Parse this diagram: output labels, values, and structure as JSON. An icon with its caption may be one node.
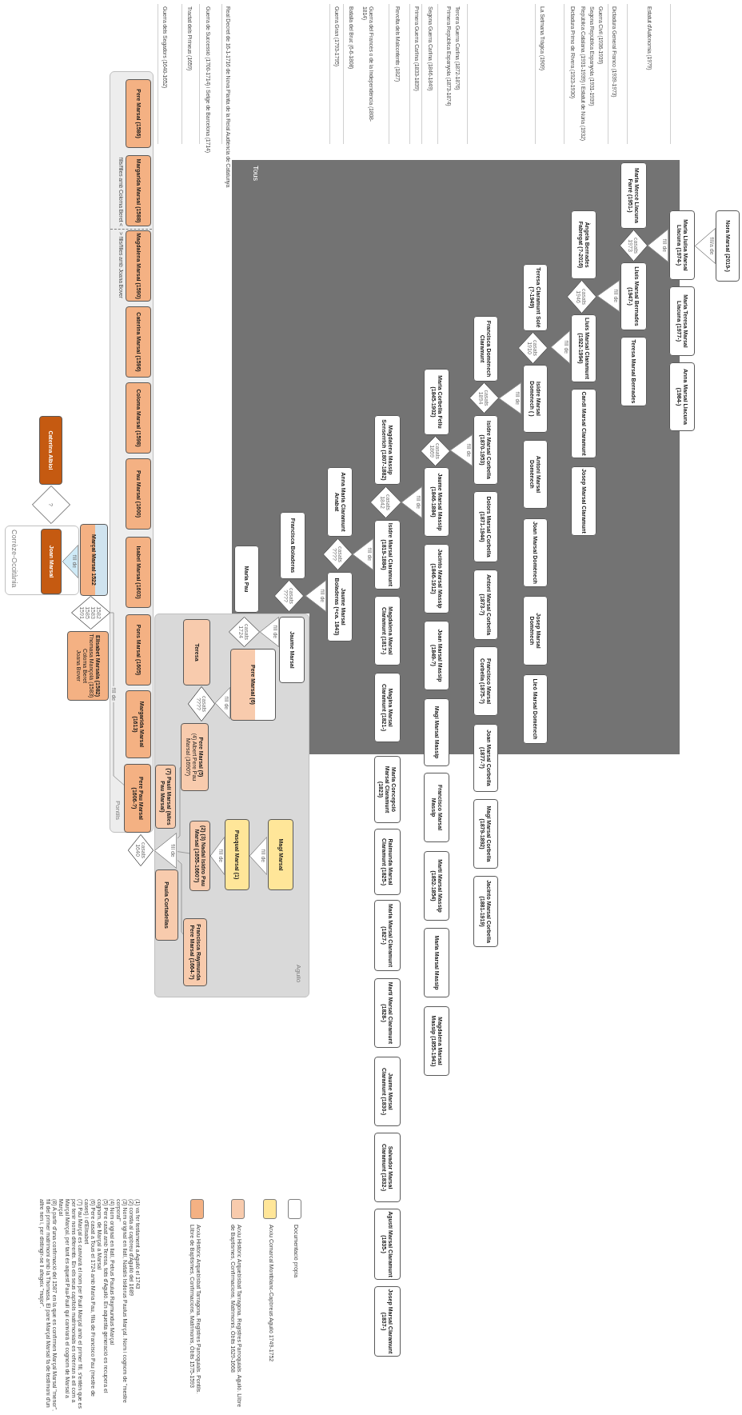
{
  "diagram": {
    "nodes": [
      {
        "text": [
          "Tous"
        ]
      },
      {
        "text": [
          "Aguiló"
        ]
      },
      {
        "text": [
          "Pontils"
        ]
      },
      {
        "text": [
          "Corrèze-Occitània"
        ]
      },
      {
        "text": [
          "Nora Marsal (2019-)"
        ]
      },
      {
        "text": [
          "fill/a de"
        ]
      },
      {
        "text": [
          "Maria Lluïsa Marsal Llacuna (1974-)"
        ]
      },
      {
        "text": [
          "Maria Teresa Marsal Llacuna (1977-)"
        ]
      },
      {
        "text": [
          "Anna Marsal Llacuna (1984-)"
        ]
      },
      {
        "text": [
          "fill de"
        ],
        "in": 0
      },
      {
        "text": [
          "casats 1973"
        ],
        "in": 0
      },
      {
        "text": [
          "Maria Mercè Llacuna Farré (1951-)"
        ],
        "in": 0
      },
      {
        "text": [
          "Lluís Marsal Bernades (1947-)"
        ],
        "in": 0
      },
      {
        "text": [
          "Teresa Marsal Bernades"
        ],
        "in": 0
      },
      {
        "text": [
          "fill de"
        ],
        "in": 0
      },
      {
        "text": [
          "casats 1946"
        ],
        "in": 0
      },
      {
        "text": [
          "Àngela Bernades Fabregat (?-2016)"
        ],
        "in": 0
      },
      {
        "text": [
          "Lluís Marsal Claramunt (1922-1994)"
        ],
        "in": 0
      },
      {
        "text": [
          "Candi Marsal Claramunt"
        ],
        "in": 0
      },
      {
        "text": [
          "Josep Marsal Claramunt"
        ],
        "in": 0
      },
      {
        "text": [
          "fill de"
        ],
        "in": 0
      },
      {
        "text": [
          "casats 1910"
        ],
        "in": 0
      },
      {
        "text": [
          "Teresa Claramunt Solé (?-1949)"
        ],
        "in": 0
      },
      {
        "text": [
          "Isidre Marsal Domènech ( )"
        ],
        "in": 0
      },
      {
        "text": [
          "Antoni Marsal Domènech"
        ],
        "in": 0
      },
      {
        "text": [
          "Joan Marsal Domènech"
        ],
        "in": 0
      },
      {
        "text": [
          "Josep Marsal Domènech"
        ],
        "in": 0
      },
      {
        "text": [
          "Lleó Marsal Domènech"
        ],
        "in": 0
      },
      {
        "text": [
          "fill de"
        ],
        "in": 0
      },
      {
        "text": [
          "casats 1894"
        ],
        "in": 0
      },
      {
        "text": [
          "Francisca Domènech Claramunt"
        ],
        "in": 0
      },
      {
        "text": [
          "Isidre Marsal Corbella (1870-1953)"
        ],
        "in": 0
      },
      {
        "text": [
          "Dolors Marsal Corbella (1871-1944)"
        ],
        "in": 0
      },
      {
        "text": [
          "Antoni Marsal Corbella (1873-?)"
        ],
        "in": 0
      },
      {
        "text": [
          "Francisco Marsal Corbella (1875-?)"
        ],
        "in": 0
      },
      {
        "text": [
          "Joan Marsal Corbella (1877-?)"
        ]
      },
      {
        "text": [
          "Magí Marsal Corbella (1879-1892)"
        ]
      },
      {
        "text": [
          "Jacinto Marsal Corbella (1881-1919)"
        ]
      },
      {
        "text": [
          "fill de"
        ],
        "in": 0
      },
      {
        "text": [
          "casats 1869"
        ],
        "in": 0
      },
      {
        "text": [
          "Maria Corbella Feliu (1845-1902)"
        ],
        "in": 0
      },
      {
        "text": [
          "Jaume Marsal Massip (1846-1884)"
        ],
        "in": 0
      },
      {
        "text": [
          "Jacinto Marsal Massip (1846-1912)"
        ],
        "in": 0
      },
      {
        "text": [
          "Joan Marsal Massip (1849-?)"
        ],
        "in": 0
      },
      {
        "text": [
          "Magí Marsal Massip"
        ]
      },
      {
        "text": [
          "Francisco Marsal Massip"
        ]
      },
      {
        "text": [
          "Martí Marsal Massip (1852-1854)"
        ]
      },
      {
        "text": [
          "Maria Marsal Massip"
        ]
      },
      {
        "text": [
          "Magdalena Marsal Massip (1855-1941)"
        ]
      },
      {
        "text": [
          "fill de"
        ],
        "in": 0
      },
      {
        "text": [
          "casats 1842"
        ],
        "in": 0
      },
      {
        "text": [
          "Magdalena Massip Senserrich (1807-1882)"
        ],
        "in": 0
      },
      {
        "text": [
          "Isidre Marsal Claramunt (1819-1884)"
        ],
        "in": 0
      },
      {
        "text": [
          "Magdalena Marsal Claramunt (1817-)"
        ],
        "in": 0
      },
      {
        "text": [
          "Magina Marsal Claramunt (1821-)"
        ],
        "in": 0
      },
      {
        "text": [
          "Maria Concepció Marsal Claramunt (1823)"
        ]
      },
      {
        "text": [
          "Raimunda Marsal Claramunt (1825-)"
        ]
      },
      {
        "text": [
          "Maria Marsal Claramunt (1827-)"
        ]
      },
      {
        "text": [
          "Martí Marsal Claramunt (1828-)"
        ]
      },
      {
        "text": [
          "Jaume Marsal Claramunt (1830-)"
        ]
      },
      {
        "text": [
          "Salvador Marsal Claramunt (1832-)"
        ]
      },
      {
        "text": [
          "Agustí Marsal Claramunt (1835-)"
        ]
      },
      {
        "text": [
          "Josep Marsal Claramunt (1837-)"
        ]
      },
      {
        "text": [
          "fill de"
        ],
        "in": 0
      },
      {
        "text": [
          "casats ????"
        ],
        "in": 0
      },
      {
        "text": [
          "Anna Maria Claramunt Anabat"
        ],
        "in": 0
      },
      {
        "text": [
          "Jaume Marsal Boladeras (+ca. 1843)"
        ],
        "in": 0
      },
      {
        "text": [
          "fill de"
        ],
        "in": 0
      },
      {
        "text": [
          "casats ????"
        ],
        "in": 0
      },
      {
        "text": [
          "Francisca Boladeras"
        ],
        "in": 0
      },
      {
        "text": [
          "Jaume Marsal"
        ],
        "in": 1
      },
      {
        "text": [
          "fill de"
        ],
        "in": 1
      },
      {
        "text": [
          "casats 1724"
        ],
        "in": 1
      },
      {
        "text": [
          "Maria Pau"
        ],
        "in": 0
      },
      {
        "text": [
          "Pere Marsal (6)"
        ],
        "in": 1
      },
      {
        "text": [
          "fill de"
        ],
        "in": 1
      },
      {
        "text": [
          "casats ????"
        ],
        "in": 1
      },
      {
        "text": [
          "Teresa"
        ],
        "in": 1
      },
      {
        "text": [
          "Pere Marsal (5)",
          "(4) Albert Pere Pau Marsal (1690?)"
        ],
        "in": 1
      },
      {
        "text": [
          "Magí Marsal"
        ],
        "in": 1
      },
      {
        "text": [
          "fill de"
        ],
        "in": 1
      },
      {
        "text": [
          "Pasqual Marsal (1)"
        ],
        "in": 1
      },
      {
        "text": [
          "fill de"
        ],
        "in": 1
      },
      {
        "text": [
          "(2) (3) Nadal Isidro Pau Marsal (1655-1660?)"
        ],
        "in": 1
      },
      {
        "text": [
          "Francisca Raymunda Pere Marsal (1664-?)"
        ],
        "in": 1
      },
      {
        "text": [
          "fill de"
        ],
        "in": 1
      },
      {
        "text": [
          "casats 1640"
        ]
      },
      {
        "text": [
          "Paula Cortadellas"
        ],
        "in": 1
      },
      {
        "text": [
          "(7) Paulí Marsal (àlies Pau Marsal)"
        ],
        "in": 1
      },
      {
        "text": [
          "Pere Marsal (1586)"
        ],
        "in": 2
      },
      {
        "text": [
          "Margarida Marsal (1588)"
        ],
        "in": 2
      },
      {
        "text": [
          "Magdalena Marsal (1590)"
        ],
        "in": 2
      },
      {
        "text": [
          "Caterina Marsal (1596)"
        ],
        "in": 2
      },
      {
        "text": [
          "Coloma Marsal (1598)"
        ],
        "in": 2
      },
      {
        "text": [
          "Pau Marsal (1600)"
        ],
        "in": 2
      },
      {
        "text": [
          "Isabel Marsal (1603)"
        ],
        "in": 2
      },
      {
        "text": [
          "Pons Marsal (1605)"
        ],
        "in": 2
      },
      {
        "text": [
          "Margarida Marsal (1613)"
        ],
        "in": 2
      },
      {
        "text": [
          "Pere Pau Marsal (1606-?)"
        ],
        "in": 2
      },
      {
        "text": [
          "Caterina Albiol"
        ]
      },
      {
        "text": [
          "?"
        ]
      },
      {
        "text": [
          "Joan Marsal"
        ],
        "in": 3
      },
      {
        "text": [
          "fill de"
        ],
        "in": 3
      },
      {
        "text": [
          "Marçal Marsal 1522"
        ]
      },
      {
        "text": [
          "1582 1583 1585 1591"
        ]
      },
      {
        "text": [
          "Elisabet Marsala (1582)",
          "Thomasa Mançolà (1583)",
          "Coloma Beret",
          "Joana Bover"
        ]
      }
    ],
    "edges": [
      {
        "from": 85,
        "to": 78,
        "arrow": "none"
      },
      {
        "from": 85,
        "to": 83,
        "arrow": "none"
      },
      {
        "from": 85,
        "to": 84,
        "arrow": "none"
      },
      {
        "from": 98,
        "to": 104,
        "arrow": "none",
        "label": "fill de"
      }
    ],
    "labels": [
      "Estatut d'Autonomia (1979)",
      "Dictadura General Franco (1939-1973)",
      "Guerra Civil (1936-1939)",
      "Segona República Espanyola (1931-1939)",
      "República Catalana (1931-1939) i Estatut de Núria (1932)",
      "Dictadura Primo de Rivera (1923-1930)",
      "La Setmana Tràgica (1909)",
      "Tercera Guerra Carlina (1872-1876)",
      "Primera República Espanyola (1873-1874)",
      "Segona Guerra Carlina (1846-1849)",
      "Primera Guerra Carlina (1833-1839)",
      "Revolta dels Malcontents (1827)",
      "Guerra del Francès o de la Independència (1808-1814)",
      "Batalla del Bruc (6-6-1808)",
      "Guerra Gran (1793-1795)",
      "Real Decret de 16-1-1716 de Nova Planta de la Reial Audiència de Catalunya",
      "Guerra de Successió (1700-1714) i Setge de Barcelona (1714)",
      "Tractat dels Pirineus (1659)",
      "Guerra dels Segadors (1640-1652)",
      "fills/filles amb Coloma Beret <",
      "> fills/filles amb Joana Bover",
      "(1) va fer testament a Aguiló el 1743",
      "(2) consta al capbreu d'Aguiló del 1689",
      "(3) Nom original en llatí, Natalis Isidorus Paulus Marçal. Nom i cognom de \"mestre corporal\"",
      "(4) Nom original en llatí, Petrus Paulus Raymundus Marçal",
      "(5) Pere casat amb Teresa, tots d'Aguiló. En aquesta generació es recupera el cognom, de Marçal a Marsal",
      "(6) Pere casat a Tous el 1724 amb Maria Pau, filla de Francisco Pau (mestre de cases) i d'Elisabet",
      "(7) Pau Marçal es canviarà el nom per Paulí Marçal amb el primer fill, s'entén que es per tenir noms diferents. En els seus capítols matrimonials es referiran a ell com a Marçal Marçal, per tant és aquest Pau-Paulí qui canviarà el cognom de Marsal a Marçal",
      "(8) A partir d'una confirmació del 1587 en la que es confirmen Marçal Marsal \"menor\", fill del primer matrimoni amb la Thomasa. El pare Marçal Marsal fa de testimoni d'un altre nen i, per distingir-se li afegeix \"major\"."
    ],
    "legend": [
      {
        "text": "Documentació pròpia",
        "color": "#ffffff"
      },
      {
        "text": "Arxiu Comarcal Montblanc-Capbreus Aguiló 1749-1752",
        "color": "#ffe699"
      },
      {
        "text": "Arxiu Històric Arquebisbat Tarragona. Registres Parroquials. Aguiló. Llibre de Baptismes, Confirmacions, Matrimonis, Òbits 1629-1668",
        "color": "#f8cbad"
      },
      {
        "text": "Arxiu Històric Arquebisbat Tarragona. Registres Parroquials. Pontils. Llibre de Baptismes, Confirmacions, Matrimonis, Òbits 1575-1593",
        "color": "#f4b183"
      }
    ]
  }
}
